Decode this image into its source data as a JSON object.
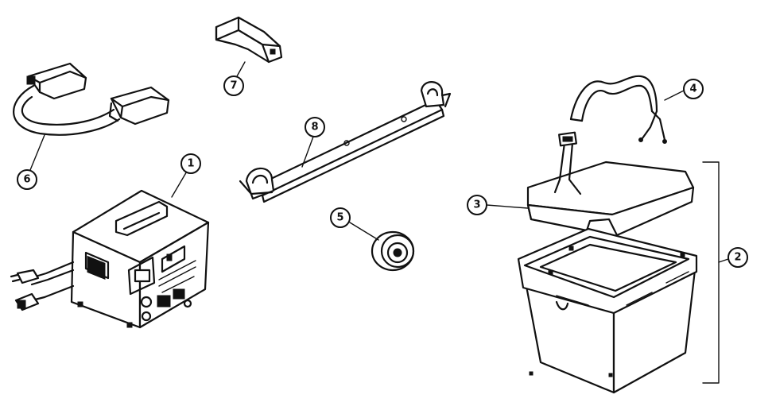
{
  "callouts": {
    "charger": "1",
    "battery_case": "2",
    "case_lid": "3",
    "strap": "4",
    "grommet": "5",
    "cable_assembly": "6",
    "plug_cover": "7",
    "mounting_bar": "8"
  },
  "colors": {
    "line": "#111111",
    "background": "#ffffff"
  }
}
